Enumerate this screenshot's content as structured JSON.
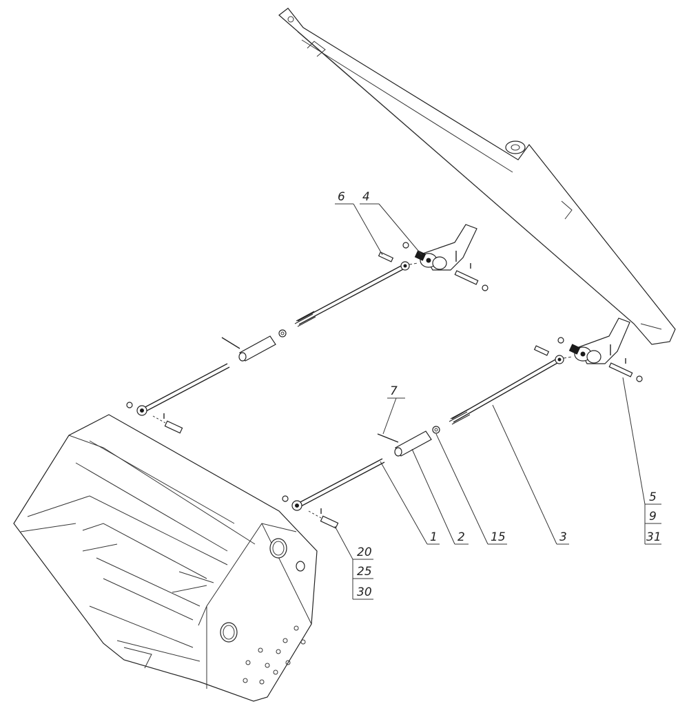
{
  "callouts": {
    "c1": "1",
    "c2": "2",
    "c3": "3",
    "c4": "4",
    "c6": "6",
    "c7": "7",
    "c15": "15",
    "stack_right": [
      "5",
      "9",
      "31"
    ],
    "stack_left": [
      "20",
      "25",
      "30"
    ]
  },
  "colors": {
    "line": "#222222",
    "background": "#ffffff"
  }
}
